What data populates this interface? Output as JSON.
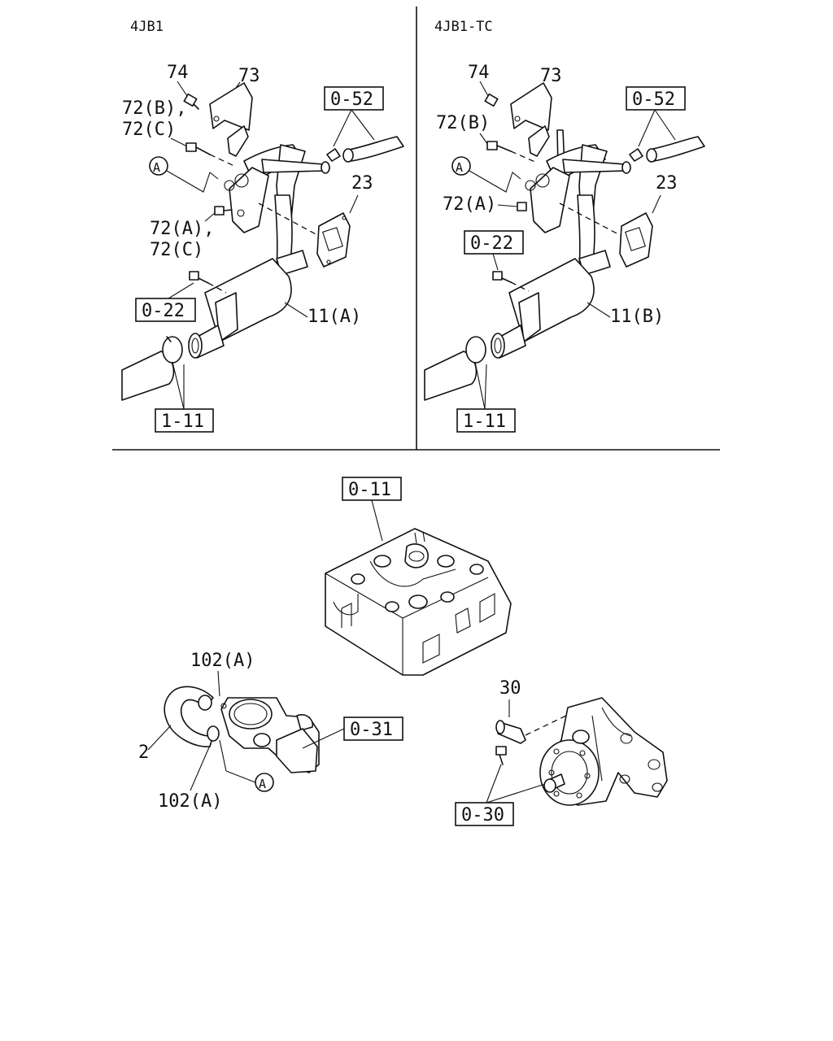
{
  "panels": {
    "top_left": {
      "header": "4JB1",
      "labels": {
        "p74": "74",
        "p73": "73",
        "p72bc_a": "72(B),",
        "p72bc_b": "72(C)",
        "ref052": "0-52",
        "circleA": "A",
        "p23": "23",
        "p72ac_a": "72(A),",
        "p72ac_b": "72(C)",
        "ref022": "0-22",
        "p11a": "11(A)",
        "ref111": "1-11"
      }
    },
    "top_right": {
      "header": "4JB1-TC",
      "labels": {
        "p74": "74",
        "p73": "73",
        "p72b": "72(B)",
        "ref052": "0-52",
        "circleA": "A",
        "p23": "23",
        "p72a": "72(A)",
        "ref022": "0-22",
        "p11b": "11(B)",
        "ref111": "1-11"
      }
    },
    "bottom": {
      "labels": {
        "ref011": "0-11",
        "p102a_top": "102(A)",
        "ref031": "0-31",
        "p2": "2",
        "circleA": "A",
        "p102a_bot": "102(A)",
        "p30": "30",
        "ref030": "0-30"
      }
    }
  }
}
